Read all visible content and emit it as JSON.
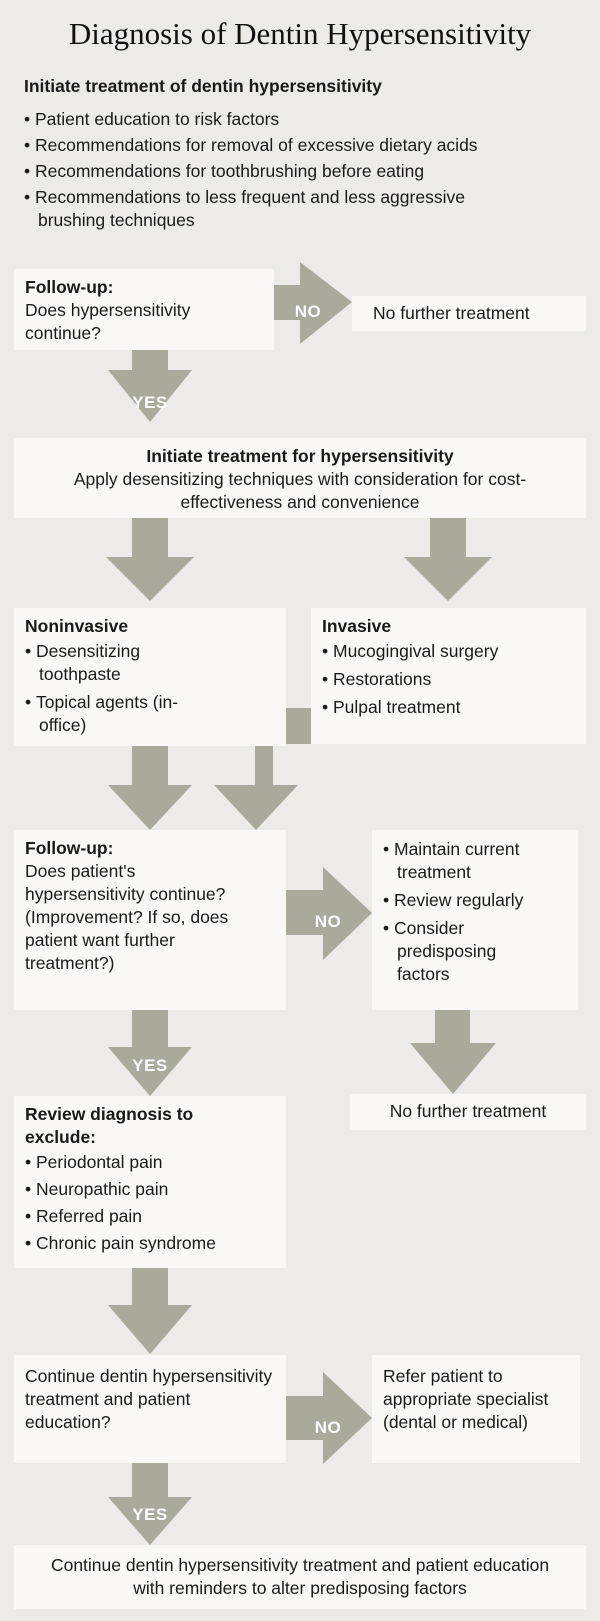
{
  "title": "Diagnosis of Dentin Hypersensitivity",
  "intro": {
    "heading": "Initiate treatment of dentin hypersensitivity",
    "items": [
      "Patient education to risk factors",
      "Recommendations for removal of excessive dietary acids",
      "Recommendations for toothbrushing before eating",
      "Recommendations to less frequent and less aggressive brushing techniques"
    ]
  },
  "followup1": {
    "heading": "Follow-up:",
    "text": "Does hypersensitivity continue?"
  },
  "no_further_1": "No further treatment",
  "initiate": {
    "heading": "Initiate treatment for hypersensitivity",
    "text": "Apply desensitizing techniques with consideration for cost-effectiveness and convenience"
  },
  "noninvasive": {
    "heading": "Noninvasive",
    "items": [
      "Desensitizing toothpaste",
      "Topical agents (in-office)"
    ]
  },
  "invasive": {
    "heading": "Invasive",
    "items": [
      "Mucogingival surgery",
      "Restorations",
      "Pulpal treatment"
    ]
  },
  "followup2": {
    "heading": "Follow-up:",
    "text": "Does patient's hypersensitivity continue? (Improvement? If so, does patient want further treatment?)"
  },
  "maintain": {
    "items": [
      "Maintain current treatment",
      "Review regularly",
      "Consider predisposing factors"
    ]
  },
  "no_further_2": "No further treatment",
  "review": {
    "heading": "Review diagnosis to exclude:",
    "items": [
      "Periodontal pain",
      "Neuropathic pain",
      "Referred pain",
      "Chronic pain syndrome"
    ]
  },
  "continue_q": "Continue dentin hypersensitivity treatment and patient education?",
  "refer": "Refer patient to appropriate specialist (dental or medical)",
  "final": "Continue dentin hypersensitivity treatment and patient education with reminders to alter predisposing factors",
  "labels": {
    "yes": "YES",
    "no": "NO"
  },
  "colors": {
    "background": "#ecebe8",
    "box": "#f9f8f6",
    "arrow": "#a9aa9b"
  }
}
